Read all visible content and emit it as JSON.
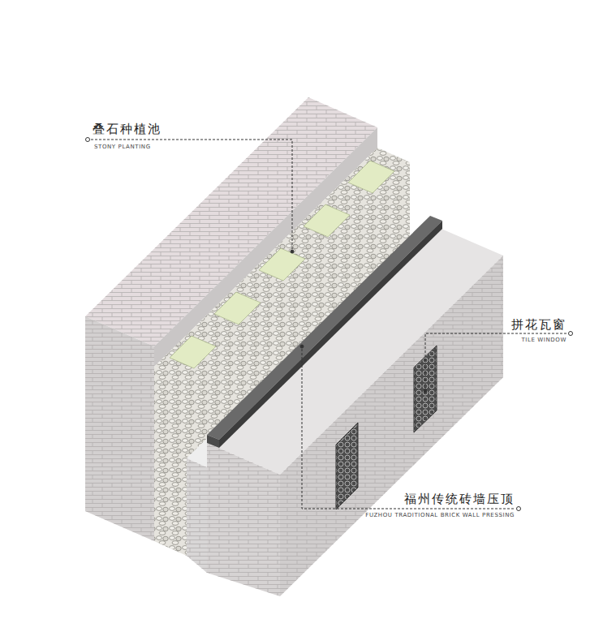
{
  "diagram": {
    "labels": [
      "叠石种植池",
      "STONY PLANTING",
      "拼花瓦窗",
      "TILE WINDOW",
      "福州传统砖墙压顶",
      "FUZHOU TRADITIONAL BRICK WALL PRESSING"
    ]
  }
}
